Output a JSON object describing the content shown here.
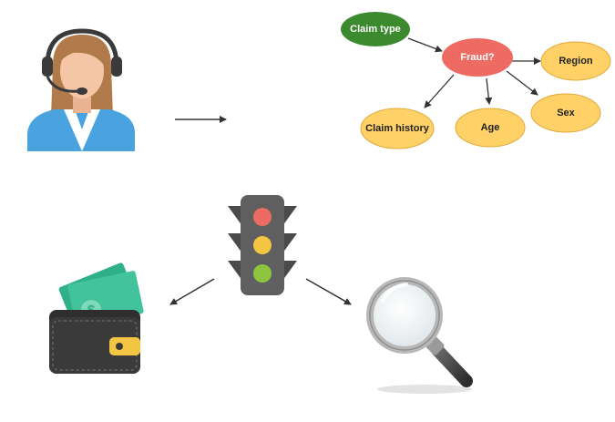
{
  "nodes": {
    "claim_type": {
      "label": "Claim type",
      "fill": "#3c8a2e",
      "stroke": "#2e6e22",
      "text_color": "#ffffff"
    },
    "fraud": {
      "label": "Fraud?",
      "fill": "#ee6b63",
      "stroke": "#d35049",
      "text_color": "#ffffff"
    },
    "region": {
      "label": "Region",
      "fill": "#ffd166",
      "stroke": "#e0a93a",
      "text_color": "#222222"
    },
    "sex": {
      "label": "Sex",
      "fill": "#ffd166",
      "stroke": "#e0a93a",
      "text_color": "#222222"
    },
    "age": {
      "label": "Age",
      "fill": "#ffd166",
      "stroke": "#e0a93a",
      "text_color": "#222222"
    },
    "claim_history": {
      "label": "Claim history",
      "fill": "#ffd166",
      "stroke": "#e0a93a",
      "text_color": "#222222"
    }
  },
  "icons": [
    "customer-service-agent-icon",
    "traffic-light-icon",
    "wallet-icon",
    "money-icon",
    "magnifying-glass-icon"
  ],
  "colors": {
    "traffic_red": "#ee6b63",
    "traffic_yellow": "#f4c542",
    "traffic_green": "#8cc63f",
    "light_body": "#5f5f5f",
    "wallet": "#3a3a3a",
    "wallet_clasp": "#f4c542",
    "money": "#2fb089",
    "agent_shirt": "#4aa3df",
    "agent_hair": "#b07a4a",
    "agent_skin": "#f5c6a5",
    "arrow": "#333333"
  }
}
